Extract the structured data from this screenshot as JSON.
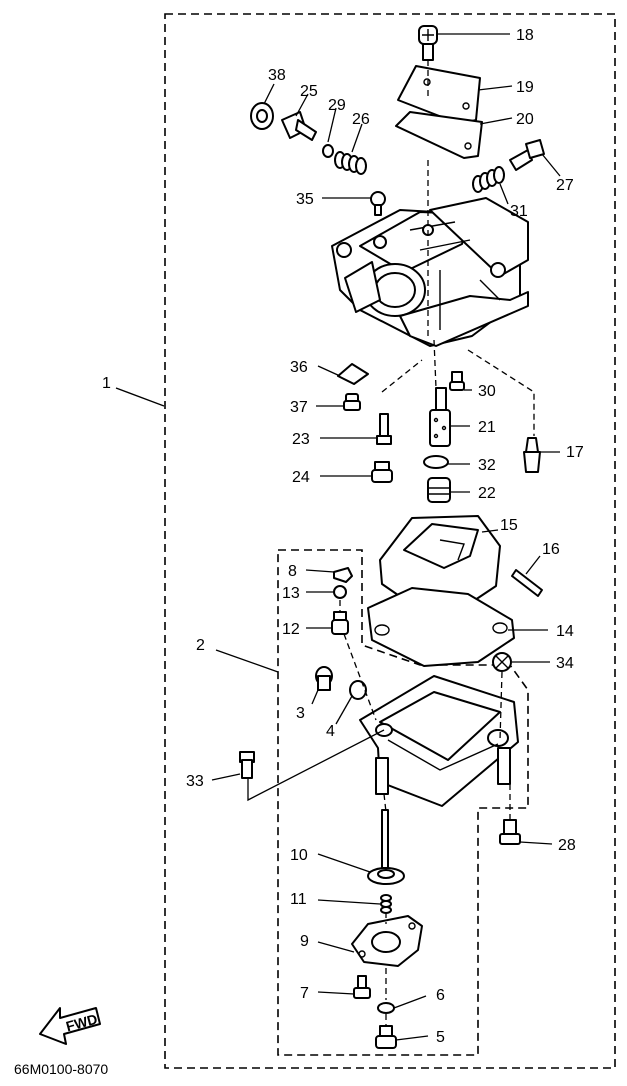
{
  "diagram": {
    "drawing_code": "66M0100-8070",
    "fwd_label": "FWD",
    "callouts": [
      "1",
      "2",
      "3",
      "4",
      "5",
      "6",
      "7",
      "8",
      "9",
      "10",
      "11",
      "12",
      "13",
      "14",
      "15",
      "16",
      "17",
      "18",
      "19",
      "20",
      "21",
      "22",
      "23",
      "24",
      "25",
      "26",
      "27",
      "28",
      "29",
      "30",
      "31",
      "32",
      "33",
      "34",
      "35",
      "36",
      "37",
      "38"
    ]
  }
}
